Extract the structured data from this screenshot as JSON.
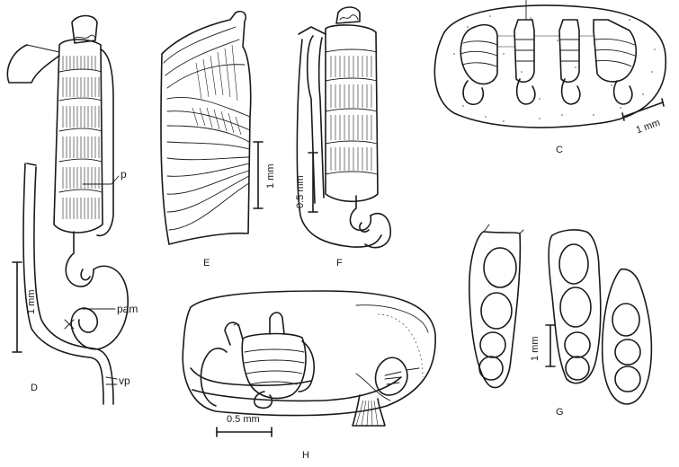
{
  "panels": {
    "C": {
      "letter": "C",
      "scale": "1 mm"
    },
    "D": {
      "letter": "D",
      "scale": "1 mm",
      "labels": {
        "p": "p",
        "pam": "pam",
        "vp": "vp"
      }
    },
    "E": {
      "letter": "E",
      "scale": "1 mm"
    },
    "F": {
      "letter": "F",
      "scale": "0.5 mm"
    },
    "G": {
      "letter": "G",
      "scale": "1 mm"
    },
    "H": {
      "letter": "H",
      "scale": "0.5 mm"
    }
  },
  "colors": {
    "ink": "#1a1a1a",
    "paper": "#ffffff"
  }
}
